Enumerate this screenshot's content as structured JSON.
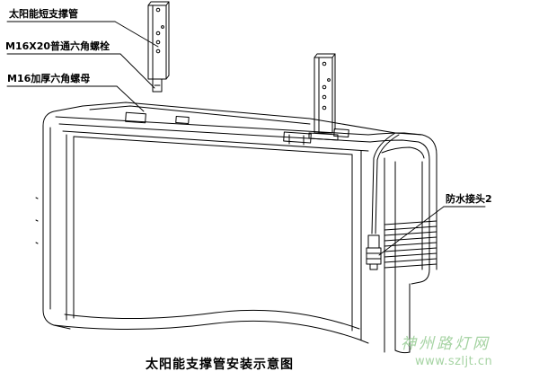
{
  "diagram": {
    "callouts": {
      "solar_support_tube": "太阳能短支撑管",
      "hex_bolt": "M16X20普通六角螺栓",
      "hex_nut": "M16加厚六角螺母",
      "waterproof_connector": "防水接头2"
    },
    "caption": "太阳能支撑管安装示意图"
  },
  "watermark": {
    "chinese": "神州路灯网",
    "url": "www.szljt.cn"
  },
  "colors": {
    "line": "#000000",
    "background": "#ffffff",
    "watermark": "#9ccf99"
  }
}
